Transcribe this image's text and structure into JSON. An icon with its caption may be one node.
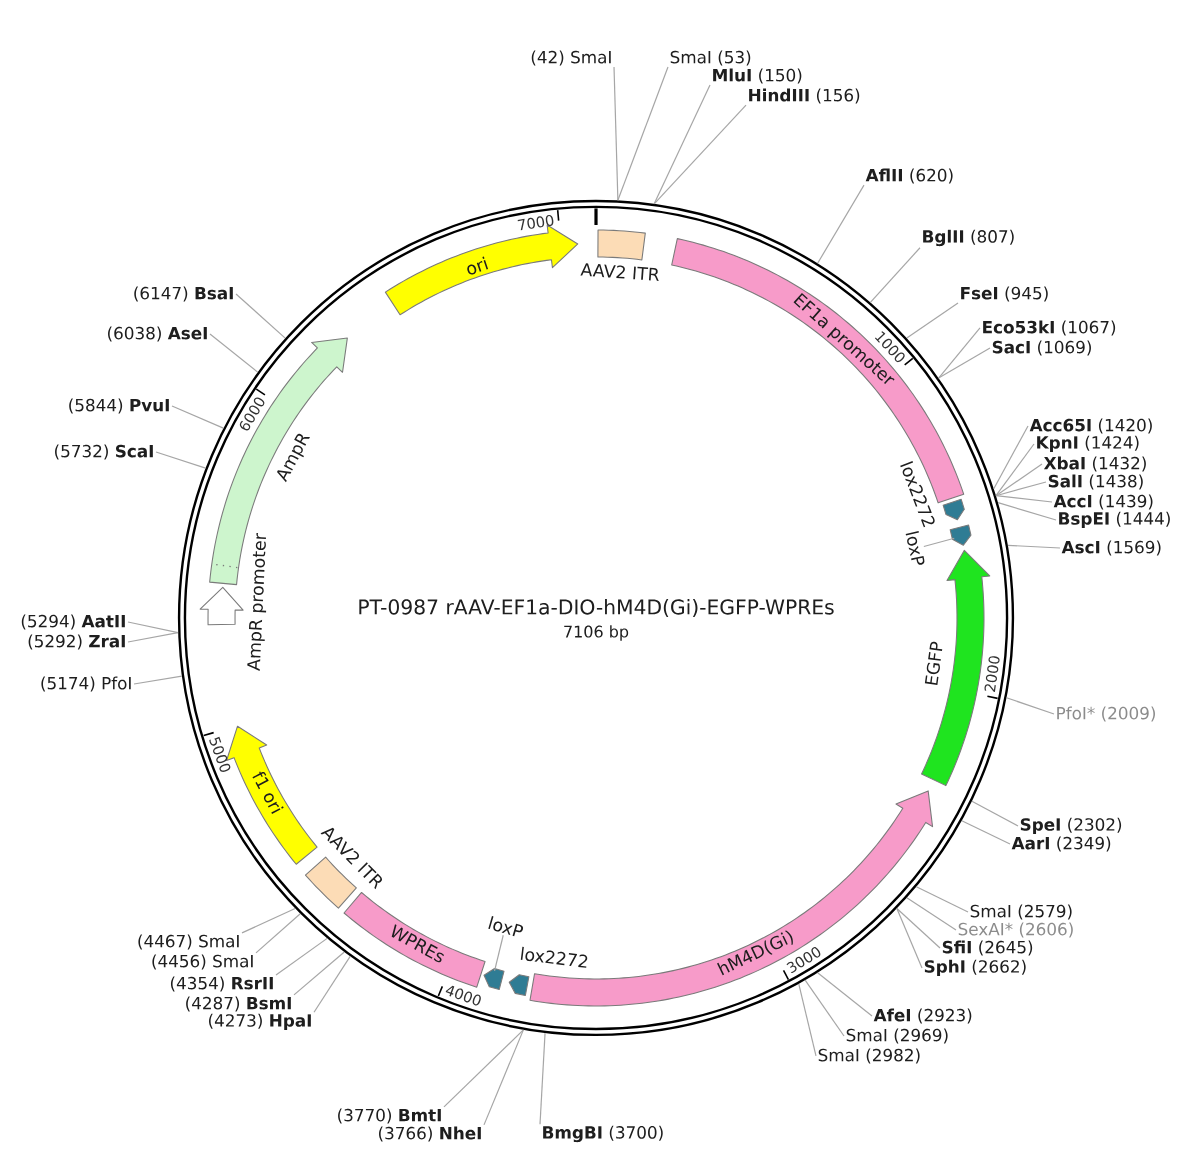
{
  "diagram": {
    "title": "PT-0987 rAAV-EF1a-DIO-hM4D(Gi)-EGFP-WPREs",
    "nodes": [
      {
        "text": [],
        "shape": "circle"
      },
      {
        "text": [
          "ori"
        ],
        "in": 0
      },
      {
        "text": [
          "AAV2 ITR"
        ],
        "in": 0
      },
      {
        "text": [
          "EF1a promoter"
        ],
        "in": 0
      },
      {
        "text": [
          "lox2272"
        ],
        "in": 0
      },
      {
        "text": [
          "loxP"
        ],
        "in": 0
      },
      {
        "text": [],
        "shape": "arrow",
        "in": 0
      },
      {
        "text": [
          "EGFP"
        ],
        "in": 0
      },
      {
        "text": [
          "hM4D(Gi)"
        ],
        "in": 0
      },
      {
        "text": [
          "lox2272"
        ],
        "in": 0
      },
      {
        "text": [
          "loxP"
        ],
        "in": 0
      },
      {
        "text": [],
        "shape": "arrow",
        "in": 0
      },
      {
        "text": [
          "WPREs"
        ],
        "in": 0
      },
      {
        "text": [
          "AAV2 ITR"
        ],
        "in": 0
      },
      {
        "text": [
          "f1 ori"
        ],
        "in": 0
      },
      {
        "text": [
          "AmpR promoter"
        ],
        "in": 0
      },
      {
        "text": [
          "AmpR"
        ],
        "in": 0
      },
      {
        "text": [
          "(42) SmaI"
        ]
      },
      {
        "text": [
          "SmaI (53)"
        ]
      },
      {
        "text": [
          "**MluI** (150)"
        ]
      },
      {
        "text": [
          "**HindIII** (156)"
        ]
      },
      {
        "text": [
          "**AflII** (620)"
        ]
      },
      {
        "text": [
          "**BglII** (807)"
        ]
      },
      {
        "text": [
          "**FseI** (945)"
        ]
      },
      {
        "text": [
          "**Eco53kI** (1067)"
        ]
      },
      {
        "text": [
          "**SacI** (1069)"
        ]
      },
      {
        "text": [
          "**Acc65I** (1420)"
        ]
      },
      {
        "text": [
          "**KpnI** (1424)"
        ]
      },
      {
        "text": [
          "**XbaI** (1432)"
        ]
      },
      {
        "text": [
          "**SalI** (1438)"
        ]
      },
      {
        "text": [
          "**AccI** (1439)"
        ]
      },
      {
        "text": [
          "**BspEI** (1444)"
        ]
      },
      {
        "text": [
          "**AscI** (1569)"
        ]
      },
      {
        "text": [
          "PfoI* (2009)"
        ]
      },
      {
        "text": [
          "**SpeI** (2302)"
        ]
      },
      {
        "text": [
          "**AarI** (2349)"
        ]
      },
      {
        "text": [
          "SmaI (2579)"
        ]
      },
      {
        "text": [
          "SexAI* (2606)"
        ]
      },
      {
        "text": [
          "**SfiI** (2645)"
        ]
      },
      {
        "text": [
          "**SphI** (2662)"
        ]
      },
      {
        "text": [
          "**AfeI** (2923)"
        ]
      },
      {
        "text": [
          "SmaI (2969)"
        ]
      },
      {
        "text": [
          "SmaI (2982)"
        ]
      },
      {
        "text": [
          "**BmgBI** (3700)"
        ]
      },
      {
        "text": [
          "(3766) **NheI**"
        ]
      },
      {
        "text": [
          "(3770) **BmtI**"
        ]
      },
      {
        "text": [
          "(4273) **HpaI**"
        ]
      },
      {
        "text": [
          "(4287) **BsmI**"
        ]
      },
      {
        "text": [
          "(4354) **RsrII**"
        ]
      },
      {
        "text": [
          "(4456) SmaI"
        ]
      },
      {
        "text": [
          "(4467) SmaI"
        ]
      },
      {
        "text": [
          "(5174) PfoI"
        ]
      },
      {
        "text": [
          "(5292) **ZraI**"
        ]
      },
      {
        "text": [
          "(5294) **AatII**"
        ]
      },
      {
        "text": [
          "(5732) **ScaI**"
        ]
      },
      {
        "text": [
          "(5844) **PvuI**"
        ]
      },
      {
        "text": [
          "(6038) **AseI**"
        ]
      },
      {
        "text": [
          "(6147) **BsaI**"
        ]
      }
    ],
    "edges": [
      {
        "from": 5,
        "to": 6,
        "arrow": "none"
      },
      {
        "from": 10,
        "to": 11,
        "arrow": "none"
      },
      {
        "from": 17,
        "to": 0,
        "arrow": "none"
      },
      {
        "from": 18,
        "to": 0,
        "arrow": "none"
      },
      {
        "from": 19,
        "to": 0,
        "arrow": "none"
      },
      {
        "from": 20,
        "to": 0,
        "arrow": "none"
      },
      {
        "from": 21,
        "to": 0,
        "arrow": "none"
      },
      {
        "from": 22,
        "to": 0,
        "arrow": "none"
      },
      {
        "from": 23,
        "to": 0,
        "arrow": "none"
      },
      {
        "from": 24,
        "to": 0,
        "arrow": "none"
      },
      {
        "from": 25,
        "to": 0,
        "arrow": "none"
      },
      {
        "from": 26,
        "to": 0,
        "arrow": "none"
      },
      {
        "from": 27,
        "to": 0,
        "arrow": "none"
      },
      {
        "from": 28,
        "to": 0,
        "arrow": "none"
      },
      {
        "from": 29,
        "to": 0,
        "arrow": "none"
      },
      {
        "from": 30,
        "to": 0,
        "arrow": "none"
      },
      {
        "from": 31,
        "to": 0,
        "arrow": "none"
      },
      {
        "from": 32,
        "to": 0,
        "arrow": "none"
      },
      {
        "from": 33,
        "to": 0,
        "arrow": "none"
      },
      {
        "from": 34,
        "to": 0,
        "arrow": "none"
      },
      {
        "from": 35,
        "to": 0,
        "arrow": "none"
      },
      {
        "from": 36,
        "to": 0,
        "arrow": "none"
      },
      {
        "from": 37,
        "to": 0,
        "arrow": "none"
      },
      {
        "from": 38,
        "to": 0,
        "arrow": "none"
      },
      {
        "from": 39,
        "to": 0,
        "arrow": "none"
      },
      {
        "from": 40,
        "to": 0,
        "arrow": "none"
      },
      {
        "from": 41,
        "to": 0,
        "arrow": "none"
      },
      {
        "from": 42,
        "to": 0,
        "arrow": "none"
      },
      {
        "from": 43,
        "to": 0,
        "arrow": "none"
      },
      {
        "from": 44,
        "to": 0,
        "arrow": "none"
      },
      {
        "from": 45,
        "to": 0,
        "arrow": "none"
      },
      {
        "from": 46,
        "to": 0,
        "arrow": "none"
      },
      {
        "from": 47,
        "to": 0,
        "arrow": "none"
      },
      {
        "from": 48,
        "to": 0,
        "arrow": "none"
      },
      {
        "from": 49,
        "to": 0,
        "arrow": "none"
      },
      {
        "from": 50,
        "to": 0,
        "arrow": "none"
      },
      {
        "from": 51,
        "to": 0,
        "arrow": "none"
      },
      {
        "from": 52,
        "to": 0,
        "arrow": "none"
      },
      {
        "from": 53,
        "to": 0,
        "arrow": "none"
      },
      {
        "from": 54,
        "to": 0,
        "arrow": "none"
      },
      {
        "from": 55,
        "to": 0,
        "arrow": "none"
      },
      {
        "from": 56,
        "to": 0,
        "arrow": "none"
      },
      {
        "from": 57,
        "to": 0,
        "arrow": "none"
      }
    ],
    "labels": [
      "7106 bp",
      "1000",
      "2000",
      "3000",
      "4000",
      "5000",
      "6000",
      "7000"
    ]
  }
}
